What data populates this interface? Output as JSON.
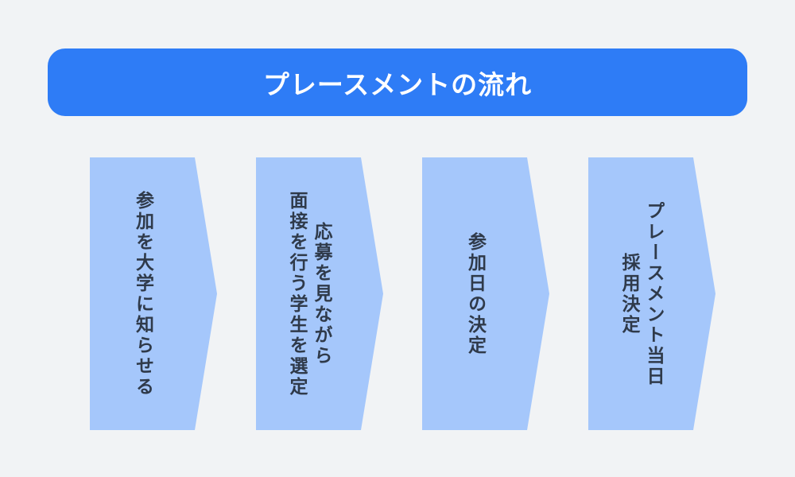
{
  "title": "プレースメントの流れ",
  "colors": {
    "background": "#f1f3f5",
    "title_bar": "#2e7cf6",
    "step_fill": "#a5c7fb",
    "step_text": "#2f3a4a"
  },
  "steps": [
    {
      "lines": [
        "参加を大学に知らせる"
      ]
    },
    {
      "lines": [
        "応募を見ながら",
        "面接を行う学生を選定"
      ]
    },
    {
      "lines": [
        "参加日の決定"
      ]
    },
    {
      "lines": [
        "プレースメント当日",
        "採用決定"
      ]
    }
  ]
}
